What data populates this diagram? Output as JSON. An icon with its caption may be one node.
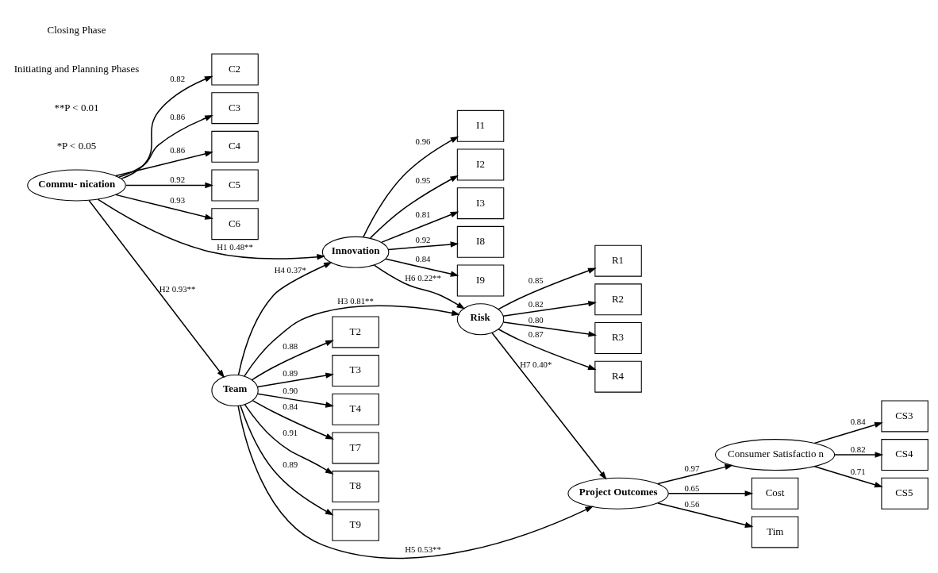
{
  "diagram": {
    "nodes": [
      {
        "text": [
          "C2"
        ]
      },
      {
        "text": [
          "C3"
        ]
      },
      {
        "text": [
          "C4"
        ]
      },
      {
        "text": [
          "C5"
        ]
      },
      {
        "text": [
          "C6"
        ]
      },
      {
        "text": [
          "I1"
        ]
      },
      {
        "text": [
          "I2"
        ]
      },
      {
        "text": [
          "I3"
        ]
      },
      {
        "text": [
          "I8"
        ]
      },
      {
        "text": [
          "I9"
        ]
      },
      {
        "text": [
          "Commu- nication"
        ]
      },
      {
        "text": [
          "Innovation"
        ]
      },
      {
        "text": [
          "R1"
        ]
      },
      {
        "text": [
          "R2"
        ]
      },
      {
        "text": [
          "R3"
        ]
      },
      {
        "text": [
          "R4"
        ]
      },
      {
        "text": [
          "Risk"
        ]
      },
      {
        "text": [
          "CS3"
        ]
      },
      {
        "text": [
          "CS4"
        ]
      },
      {
        "text": [
          "CS5"
        ]
      },
      {
        "text": [
          "Consumer Satisfactio n"
        ]
      },
      {
        "text": [
          "T2"
        ]
      },
      {
        "text": [
          "T3"
        ]
      },
      {
        "text": [
          "T4"
        ]
      },
      {
        "text": [
          "T7"
        ]
      },
      {
        "text": [
          "T8"
        ]
      },
      {
        "text": [
          "T9"
        ]
      },
      {
        "text": [
          "Team"
        ]
      },
      {
        "text": [
          "Project Outcomes"
        ]
      },
      {
        "text": [
          "Cost"
        ]
      },
      {
        "text": [
          "Tim"
        ]
      }
    ],
    "edges": [
      {
        "from": 10,
        "to": 0,
        "arrow": "to",
        "label": "0.82"
      },
      {
        "from": 10,
        "to": 1,
        "arrow": "to",
        "label": "0.86"
      },
      {
        "from": 10,
        "to": 2,
        "arrow": "to",
        "label": "0.86"
      },
      {
        "from": 10,
        "to": 3,
        "arrow": "to",
        "label": "0.92"
      },
      {
        "from": 10,
        "to": 4,
        "arrow": "to",
        "label": "0.93"
      },
      {
        "from": 11,
        "to": 5,
        "arrow": "to",
        "label": "0.96"
      },
      {
        "from": 11,
        "to": 6,
        "arrow": "to",
        "label": "0.95"
      },
      {
        "from": 11,
        "to": 7,
        "arrow": "to",
        "label": "0.81"
      },
      {
        "from": 11,
        "to": 8,
        "arrow": "to",
        "label": "0.92"
      },
      {
        "from": 11,
        "to": 9,
        "arrow": "to",
        "label": "0.84"
      },
      {
        "from": 10,
        "to": 11,
        "arrow": "to",
        "label": "H1 0.48**"
      },
      {
        "from": 10,
        "to": 27,
        "arrow": "to",
        "label": "H2 0.93**"
      },
      {
        "from": 27,
        "to": 11,
        "arrow": "to",
        "label": "H4 0.37*"
      },
      {
        "from": 27,
        "to": 16,
        "arrow": "to",
        "label": "H3 0.81**"
      },
      {
        "from": 11,
        "to": 16,
        "arrow": "to",
        "label": "H6 0.22**"
      },
      {
        "from": 16,
        "to": 12,
        "arrow": "to",
        "label": "0.85"
      },
      {
        "from": 16,
        "to": 13,
        "arrow": "to",
        "label": "0.82"
      },
      {
        "from": 16,
        "to": 14,
        "arrow": "to",
        "label": "0.80"
      },
      {
        "from": 16,
        "to": 15,
        "arrow": "to",
        "label": "0.87"
      },
      {
        "from": 16,
        "to": 28,
        "arrow": "to",
        "label": "H7 0.40*"
      },
      {
        "from": 27,
        "to": 28,
        "arrow": "to",
        "label": "H5 0.53**"
      },
      {
        "from": 20,
        "to": 17,
        "arrow": "to",
        "label": "0.84"
      },
      {
        "from": 20,
        "to": 18,
        "arrow": "to",
        "label": "0.82"
      },
      {
        "from": 20,
        "to": 19,
        "arrow": "to",
        "label": "0.71"
      },
      {
        "from": 28,
        "to": 20,
        "arrow": "to",
        "label": "0.97"
      },
      {
        "from": 27,
        "to": 21,
        "arrow": "to",
        "label": "0.88"
      },
      {
        "from": 27,
        "to": 22,
        "arrow": "to",
        "label": "0.89"
      },
      {
        "from": 27,
        "to": 23,
        "arrow": "to",
        "label": "0.90"
      },
      {
        "from": 27,
        "to": 24,
        "arrow": "to",
        "label": "0.84"
      },
      {
        "from": 27,
        "to": 25,
        "arrow": "to",
        "label": "0.91"
      },
      {
        "from": 27,
        "to": 26,
        "arrow": "to",
        "label": "0.89"
      },
      {
        "from": 28,
        "to": 29,
        "arrow": "to",
        "label": "0.65"
      },
      {
        "from": 28,
        "to": 30,
        "arrow": "to",
        "label": "0.56"
      }
    ],
    "labels": [
      "*P < 0.05",
      "**P < 0.01",
      "Initiating and Planning Phases",
      "Closing Phase"
    ]
  }
}
